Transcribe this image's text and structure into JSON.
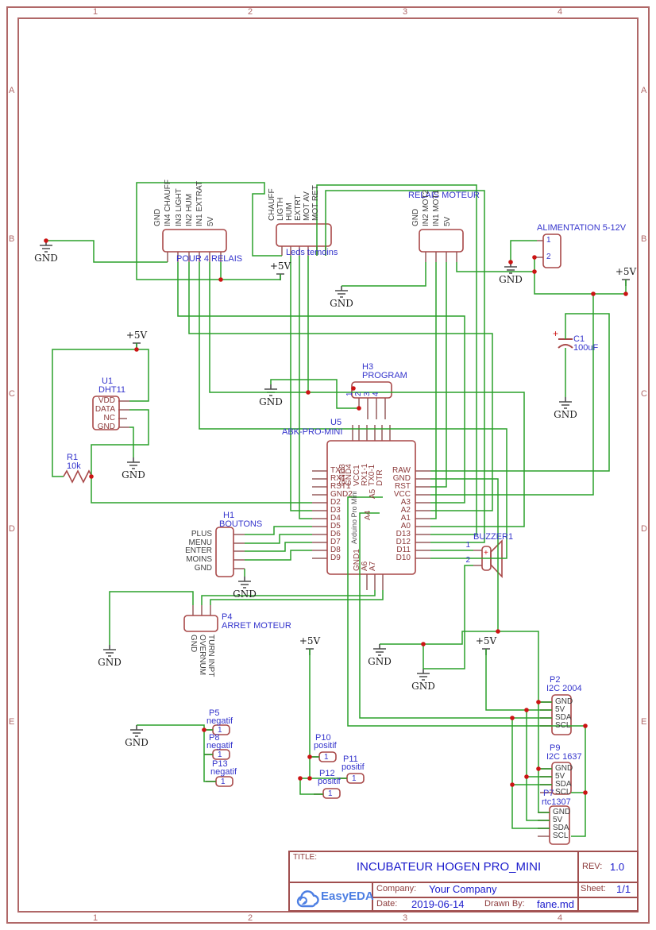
{
  "frame": {
    "cols": [
      "1",
      "2",
      "3",
      "4"
    ],
    "rows": [
      "A",
      "B",
      "C",
      "D",
      "E"
    ]
  },
  "power": {
    "gnd": "GND",
    "v5": "+5V"
  },
  "connectors": {
    "relais4": {
      "name": "POUR 4 RELAIS",
      "pins": [
        "GND",
        "IN4 CHAUFF",
        "IN3 LIGHT",
        "IN2 HUM",
        "IN1 EXTRAT",
        "5V"
      ]
    },
    "leds": {
      "name": "Leds temoins",
      "pins": [
        "CHAUFF",
        "LIGTH",
        "HUM",
        "EXTRT",
        "MOT AV",
        "MOT RET"
      ]
    },
    "relais_moteur": {
      "name": "RELAIS MOTEUR",
      "pins": [
        "GND",
        "IN2 MOT2",
        "IN1 MOT1",
        "5V"
      ]
    },
    "alim": {
      "name": "ALIMENTATION 5-12V",
      "pins": [
        "1",
        "2"
      ]
    },
    "u1": {
      "ref": "U1",
      "value": "DHT11",
      "pins": [
        "VDD",
        "DATA",
        "NC",
        "GND"
      ]
    },
    "r1": {
      "ref": "R1",
      "value": "10k"
    },
    "u5": {
      "ref": "U5",
      "value": "ABK-PRO-MINI",
      "inner": "Arduino Pro Mini",
      "top": [
        "GND3",
        "GND4",
        "VCC1",
        "RX1-1",
        "TX0-1",
        "DTR"
      ],
      "left": [
        "TX0",
        "RX1",
        "RST1",
        "GND2",
        "D2",
        "D3",
        "D4",
        "D5",
        "D6",
        "D7",
        "D8",
        "D9"
      ],
      "right": [
        "RAW",
        "GND",
        "RST",
        "VCC",
        "A3",
        "A2",
        "A1",
        "A0",
        "D13",
        "D12",
        "D11",
        "D10"
      ],
      "mid": [
        "A5",
        "A4"
      ],
      "bottom": [
        "GND1",
        "A6",
        "A7"
      ]
    },
    "h3": {
      "ref": "H3",
      "value": "PROGRAM",
      "pins": [
        "1",
        "2",
        "3",
        "4"
      ]
    },
    "h1": {
      "ref": "H1",
      "value": "BOUTONS",
      "pins": [
        "PLUS",
        "MENU",
        "ENTER",
        "MOINS",
        "GND"
      ]
    },
    "p4": {
      "ref": "P4",
      "value": "ARRET MOTEUR",
      "pins": [
        "GND",
        "OVERNUM",
        "TURN INPT"
      ]
    },
    "buzzer": {
      "ref": "BUZZER1",
      "pins": [
        "1",
        "2"
      ],
      "plus": "+"
    },
    "c1": {
      "ref": "C1",
      "value": "100uF",
      "plus": "+"
    },
    "p2": {
      "ref": "P2",
      "value": "I2C 2004",
      "pins": [
        "GND",
        "5V",
        "SDA",
        "SCL"
      ]
    },
    "p9": {
      "ref": "P9",
      "value": "I2C 1637",
      "pins": [
        "GND",
        "5V",
        "SDA",
        "SCL"
      ]
    },
    "p7": {
      "ref": "P7",
      "value": "rtc1307",
      "pins": [
        "GND",
        "5V",
        "SDA",
        "SCL"
      ]
    },
    "p5": {
      "ref": "P5",
      "value": "negatif",
      "pin": "1"
    },
    "p8": {
      "ref": "P8",
      "value": "negatif",
      "pin": "1"
    },
    "p13": {
      "ref": "P13",
      "value": "negatif",
      "pin": "1"
    },
    "p10": {
      "ref": "P10",
      "value": "positif",
      "pin": "1"
    },
    "p11": {
      "ref": "P11",
      "value": "positif",
      "pin": "1"
    },
    "p12": {
      "ref": "P12",
      "value": "positif",
      "pin": "1"
    }
  },
  "titleblock": {
    "title_label": "TITLE:",
    "title": "INCUBATEUR HOGEN PRO_MINI",
    "rev_label": "REV:",
    "rev": "1.0",
    "company_label": "Company:",
    "company": "Your Company",
    "sheet_label": "Sheet:",
    "sheet": "1/1",
    "date_label": "Date:",
    "date": "2019-06-14",
    "drawn_label": "Drawn By:",
    "drawn": "fane.md",
    "logo": "EasyEDA"
  }
}
